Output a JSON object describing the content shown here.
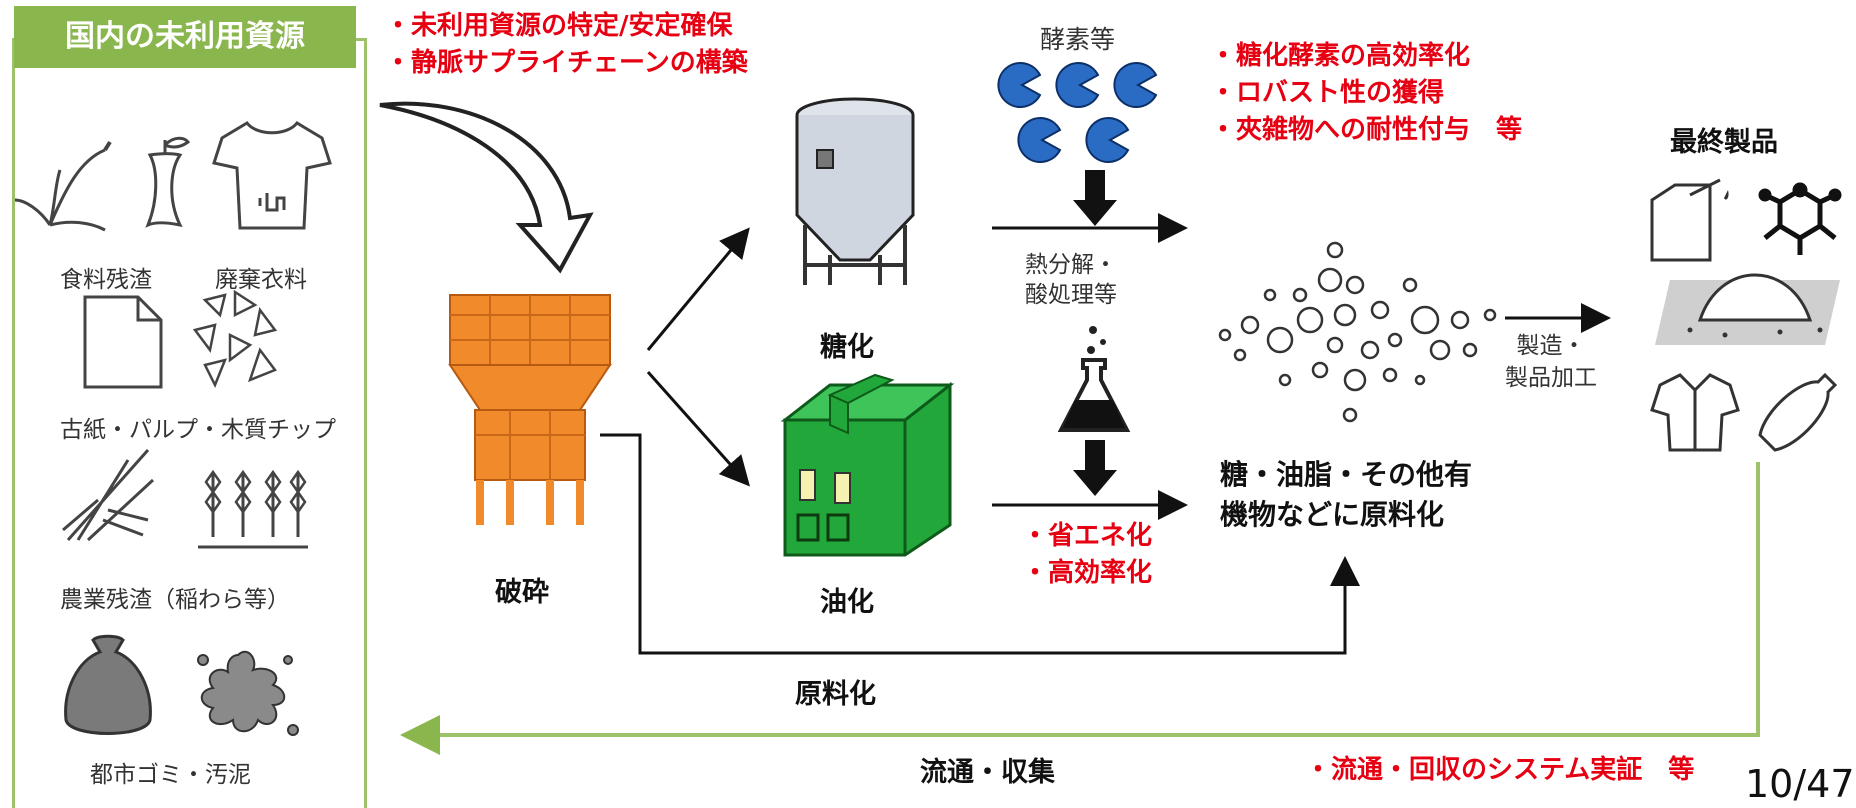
{
  "resources": {
    "title": "国内の未利用資源",
    "items": [
      "食料残渣",
      "廃棄衣料",
      "古紙・パルプ・木質チップ",
      "農業残渣（稲わら等）",
      "都市ゴミ・汚泥"
    ]
  },
  "challenges_top": [
    "・未利用資源の特定/安定確保",
    "・静脈サプライチェーンの構築"
  ],
  "steps": {
    "crushing": "破砕",
    "saccharification": "糖化",
    "oilification": "油化",
    "raw_material": "原料化",
    "distribution": "流通・収集"
  },
  "enzyme": {
    "label": "酵素等",
    "challenges": [
      "・糖化酵素の高効率化",
      "・ロバスト性の獲得",
      "・夾雑物への耐性付与　等"
    ]
  },
  "pyrolysis": {
    "label": [
      "熱分解・",
      "酸処理等"
    ],
    "challenges": [
      "・省エネ化",
      "・高効率化"
    ]
  },
  "intermediate": [
    "糖・油脂・その他有",
    "機物などに原料化"
  ],
  "manufacturing": [
    "製造・",
    "製品加工"
  ],
  "final_products": "最終製品",
  "distribution_challenge": "・流通・回収のシステム実証　等",
  "page_number": "10/47",
  "colors": {
    "green": "#8ab64e",
    "red": "#e60012",
    "orange": "#f08a2a",
    "machine_green": "#22a83a"
  }
}
